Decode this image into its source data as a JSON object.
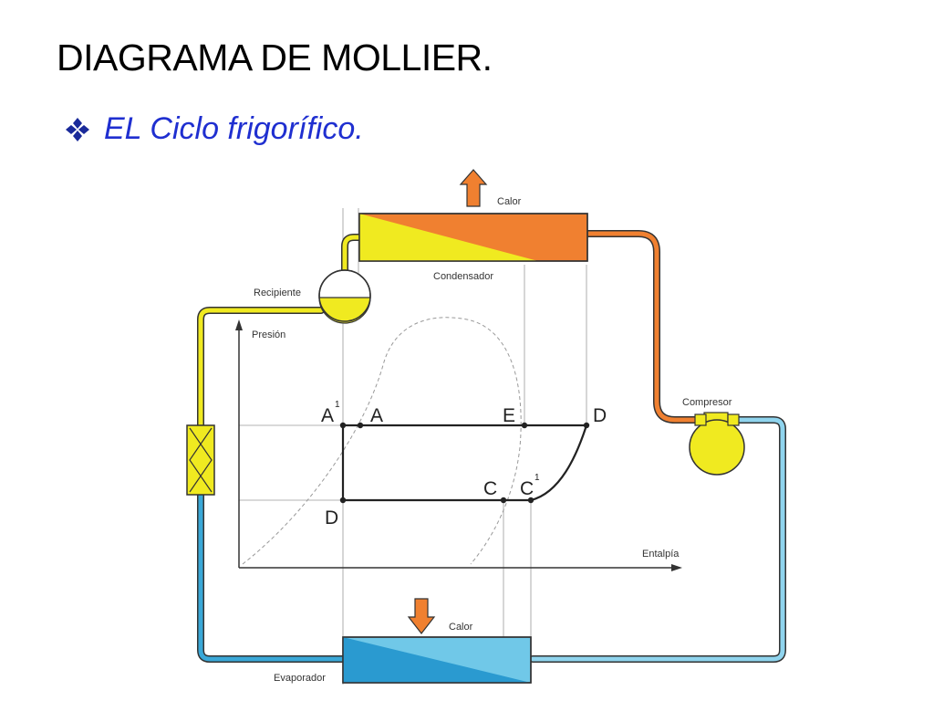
{
  "slide": {
    "title": "DIAGRAMA DE MOLLIER.",
    "bullet_icon": "diamond-cluster-icon",
    "subtitle": "EL Ciclo frigorífico."
  },
  "diagram": {
    "labels": {
      "calor_top": "Calor",
      "condensador": "Condensador",
      "recipiente": "Recipiente",
      "presion": "Presión",
      "compresor": "Compresor",
      "entalpia": "Entalpía",
      "calor_bottom": "Calor",
      "evaporador": "Evaporador"
    },
    "points": {
      "a1": "A",
      "a1_sup": "1",
      "a": "A",
      "e": "E",
      "d_top": "D",
      "c": "C",
      "c1": "C",
      "c1_sup": "1",
      "d_bottom": "D"
    },
    "colors": {
      "hot": "#f08030",
      "liquid": "#f0ea20",
      "cold": "#70c8e8",
      "cold_dark": "#3aa8d8"
    }
  }
}
